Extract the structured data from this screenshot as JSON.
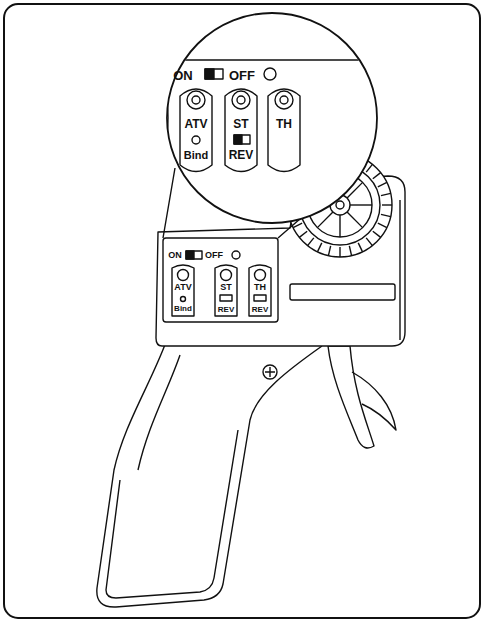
{
  "diagram": {
    "labels": [
      "ON",
      "OFF",
      "ATV",
      "Bind",
      "ST",
      "REV",
      "TH",
      "ON",
      "OFF",
      "ATV",
      "Bind",
      "ST",
      "REV",
      "TH",
      "REV"
    ]
  }
}
